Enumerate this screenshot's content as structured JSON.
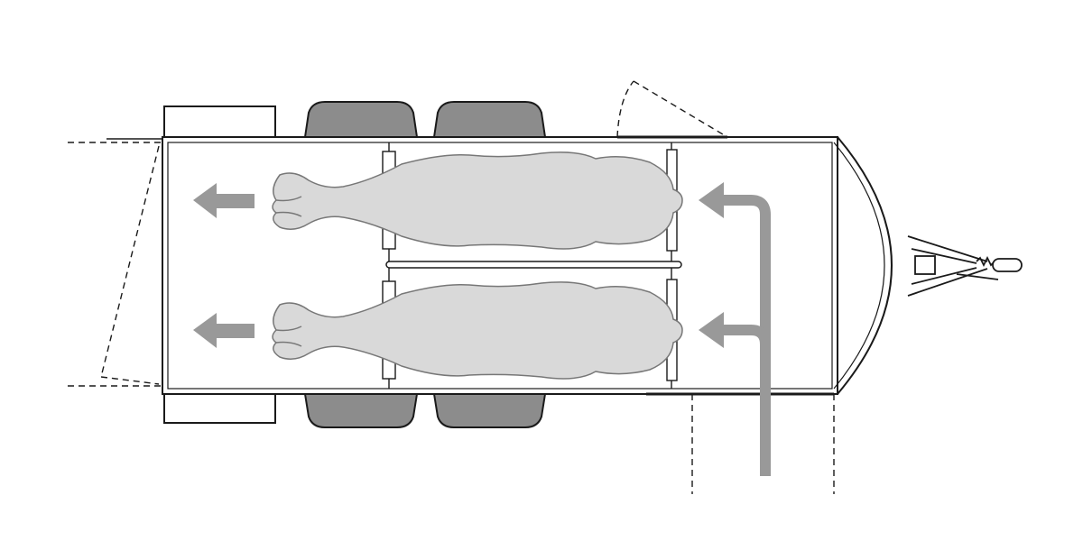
{
  "diagram": {
    "kind": "horse-trailer-top-view",
    "compartments": 2,
    "occupants": [
      {
        "id": "horse-1",
        "facing": "rear-exit"
      },
      {
        "id": "horse-2",
        "facing": "rear-exit"
      }
    ],
    "flow": {
      "entry": "front-side-door",
      "exit": "rear-ramp"
    },
    "colors": {
      "outline": "#1a1a1a",
      "fender": "#8c8c8c",
      "horse_fill": "#d9d9d9",
      "horse_stroke": "#777777",
      "arrow": "#999999",
      "background": "#ffffff"
    }
  }
}
